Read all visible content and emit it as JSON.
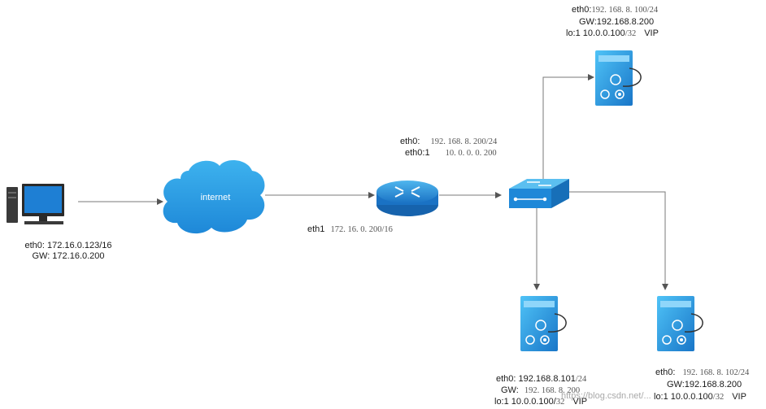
{
  "diagram": {
    "cloud_label": "internet",
    "client": {
      "eth0": "eth0: 172.16.0.123/16",
      "gw": "GW: 172.16.0.200"
    },
    "router": {
      "eth0_name": "eth0:",
      "eth0_ip": "192. 168. 8. 200/24",
      "eth01_name": "eth0:1",
      "eth01_ip": "10. 0. 0. 0. 200",
      "eth1_name": "eth1",
      "eth1_ip": "172. 16. 0. 200/16"
    },
    "server_top": {
      "eth0_name": "eth0:",
      "eth0_ip": "192. 168. 8. 100/24",
      "gw": "GW:192.168.8.200",
      "lo": "lo:1 10.0.0.100",
      "mask": "/32",
      "vip": "VIP"
    },
    "server_bottom_left": {
      "eth0_name": "eth0: 192.168.8.101",
      "mask_a": "/24",
      "gw_name": "GW:",
      "gw_ip": "192. 168. 8. 200",
      "lo": "lo:1 10.0.0.100/",
      "mask": "32",
      "vip": "VIP"
    },
    "server_bottom_right": {
      "eth0_name": "eth0:",
      "eth0_ip": "192. 168. 8. 102/24",
      "gw": "GW:192.168.8.200",
      "lo": "lo:1 10.0.0.100",
      "mask": "/32",
      "vip": "VIP"
    },
    "watermark": "https://blog.csdn.net/..."
  },
  "colors": {
    "device_blue": "#1e8fd6",
    "device_light": "#5bc0f0",
    "line": "#7a7a7a"
  }
}
